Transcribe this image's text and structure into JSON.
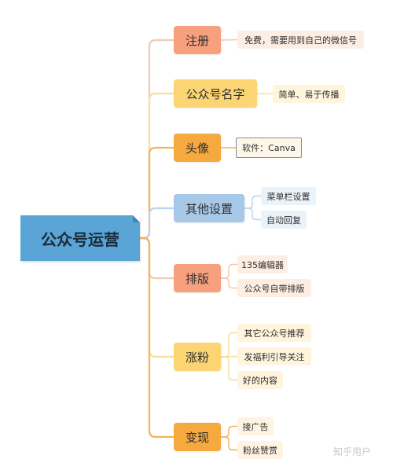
{
  "root": {
    "label": "公众号运营",
    "color": "#5aa4d6"
  },
  "branches": [
    {
      "id": "zhuce",
      "label": "注册",
      "color": "#f8a07e",
      "line_color": "#f2c9b5",
      "children": [
        {
          "label": "免费，需要用到自己的微信号",
          "color": "#fdeee3"
        }
      ]
    },
    {
      "id": "mingzi",
      "label": "公众号名字",
      "color": "#fbd474",
      "line_color": "#f6df9a",
      "children": [
        {
          "label": "简单、易于传播",
          "color": "#fff4dc"
        }
      ]
    },
    {
      "id": "touxiang",
      "label": "头像",
      "color": "#f5a93f",
      "line_color": "#f2b35a",
      "children": [
        {
          "label": "软件：Canva",
          "color": "#fff6ea",
          "boxed": true
        }
      ]
    },
    {
      "id": "qita",
      "label": "其他设置",
      "color": "#a8c8e8",
      "line_color": "#b9d4ec",
      "children": [
        {
          "label": "菜单栏设置",
          "color": "#eaf2fa"
        },
        {
          "label": "自动回复",
          "color": "#eaf2fa"
        }
      ]
    },
    {
      "id": "paiban",
      "label": "排版",
      "color": "#f8a07e",
      "line_color": "#f2c9b5",
      "children": [
        {
          "label": "135编辑器",
          "color": "#fdeee3"
        },
        {
          "label": "公众号自带排版",
          "color": "#fdeee3"
        }
      ]
    },
    {
      "id": "zhangfen",
      "label": "涨粉",
      "color": "#fbd474",
      "line_color": "#f6df9a",
      "children": [
        {
          "label": "其它公众号推荐",
          "color": "#fff4dc"
        },
        {
          "label": "发福利引导关注",
          "color": "#fff4dc"
        },
        {
          "label": "好的内容",
          "color": "#fff4dc"
        }
      ]
    },
    {
      "id": "bianxian",
      "label": "变现",
      "color": "#f5a93f",
      "line_color": "#f2b35a",
      "children": [
        {
          "label": "接广告",
          "color": "#fff4e2"
        },
        {
          "label": "粉丝赞赏",
          "color": "#fff4e2"
        }
      ]
    }
  ],
  "watermark": "知乎用户"
}
